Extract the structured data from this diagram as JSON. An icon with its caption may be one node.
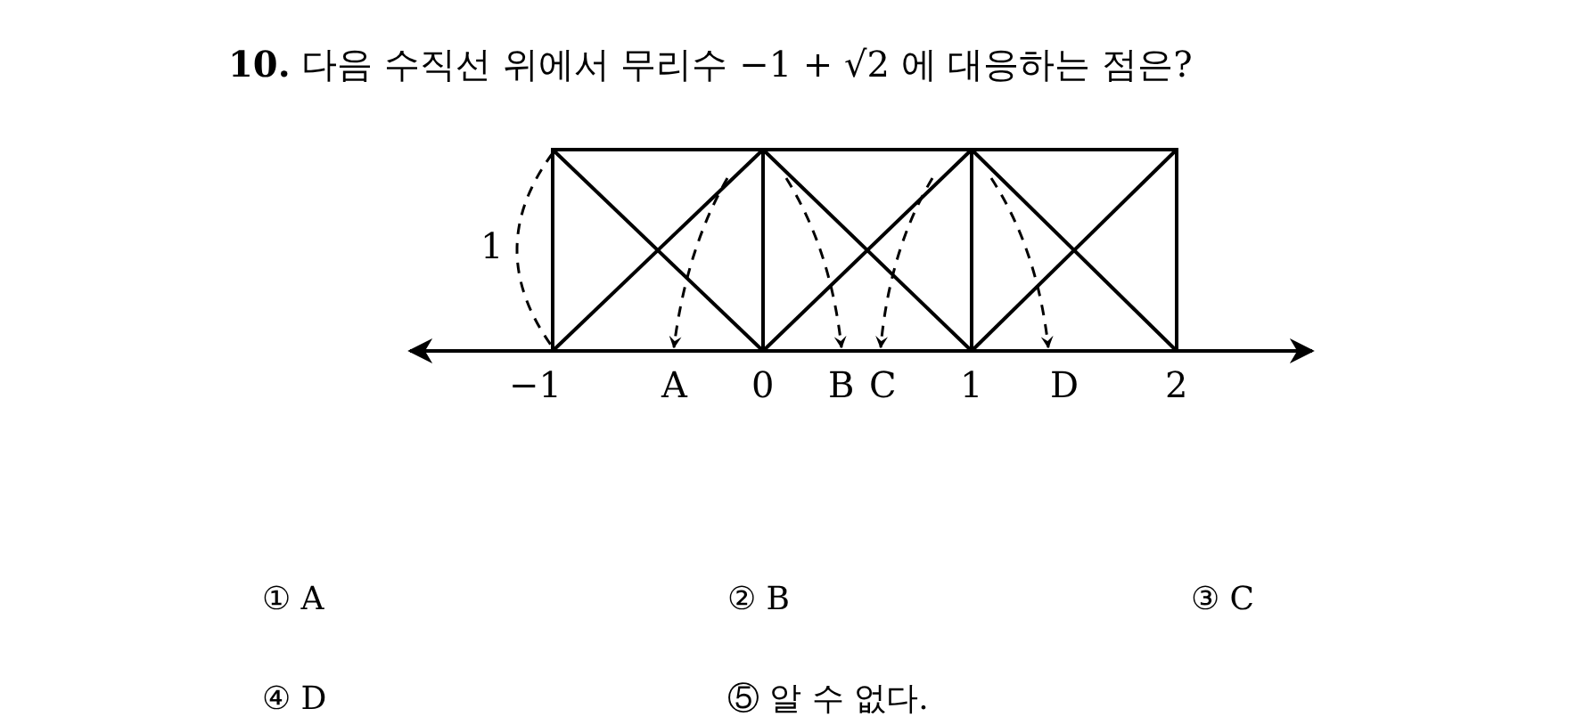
{
  "diagram": {
    "title": "**10.** 다음 수직선 위에서 무리수 −1 + √2 에 대응하는 점은?",
    "labels": [
      "1",
      "−1",
      "A",
      "0",
      "B",
      "C",
      "1",
      "D",
      "2",
      "① A",
      "② B",
      "③ C",
      "④ D",
      "⑤ 알 수 없다."
    ]
  }
}
